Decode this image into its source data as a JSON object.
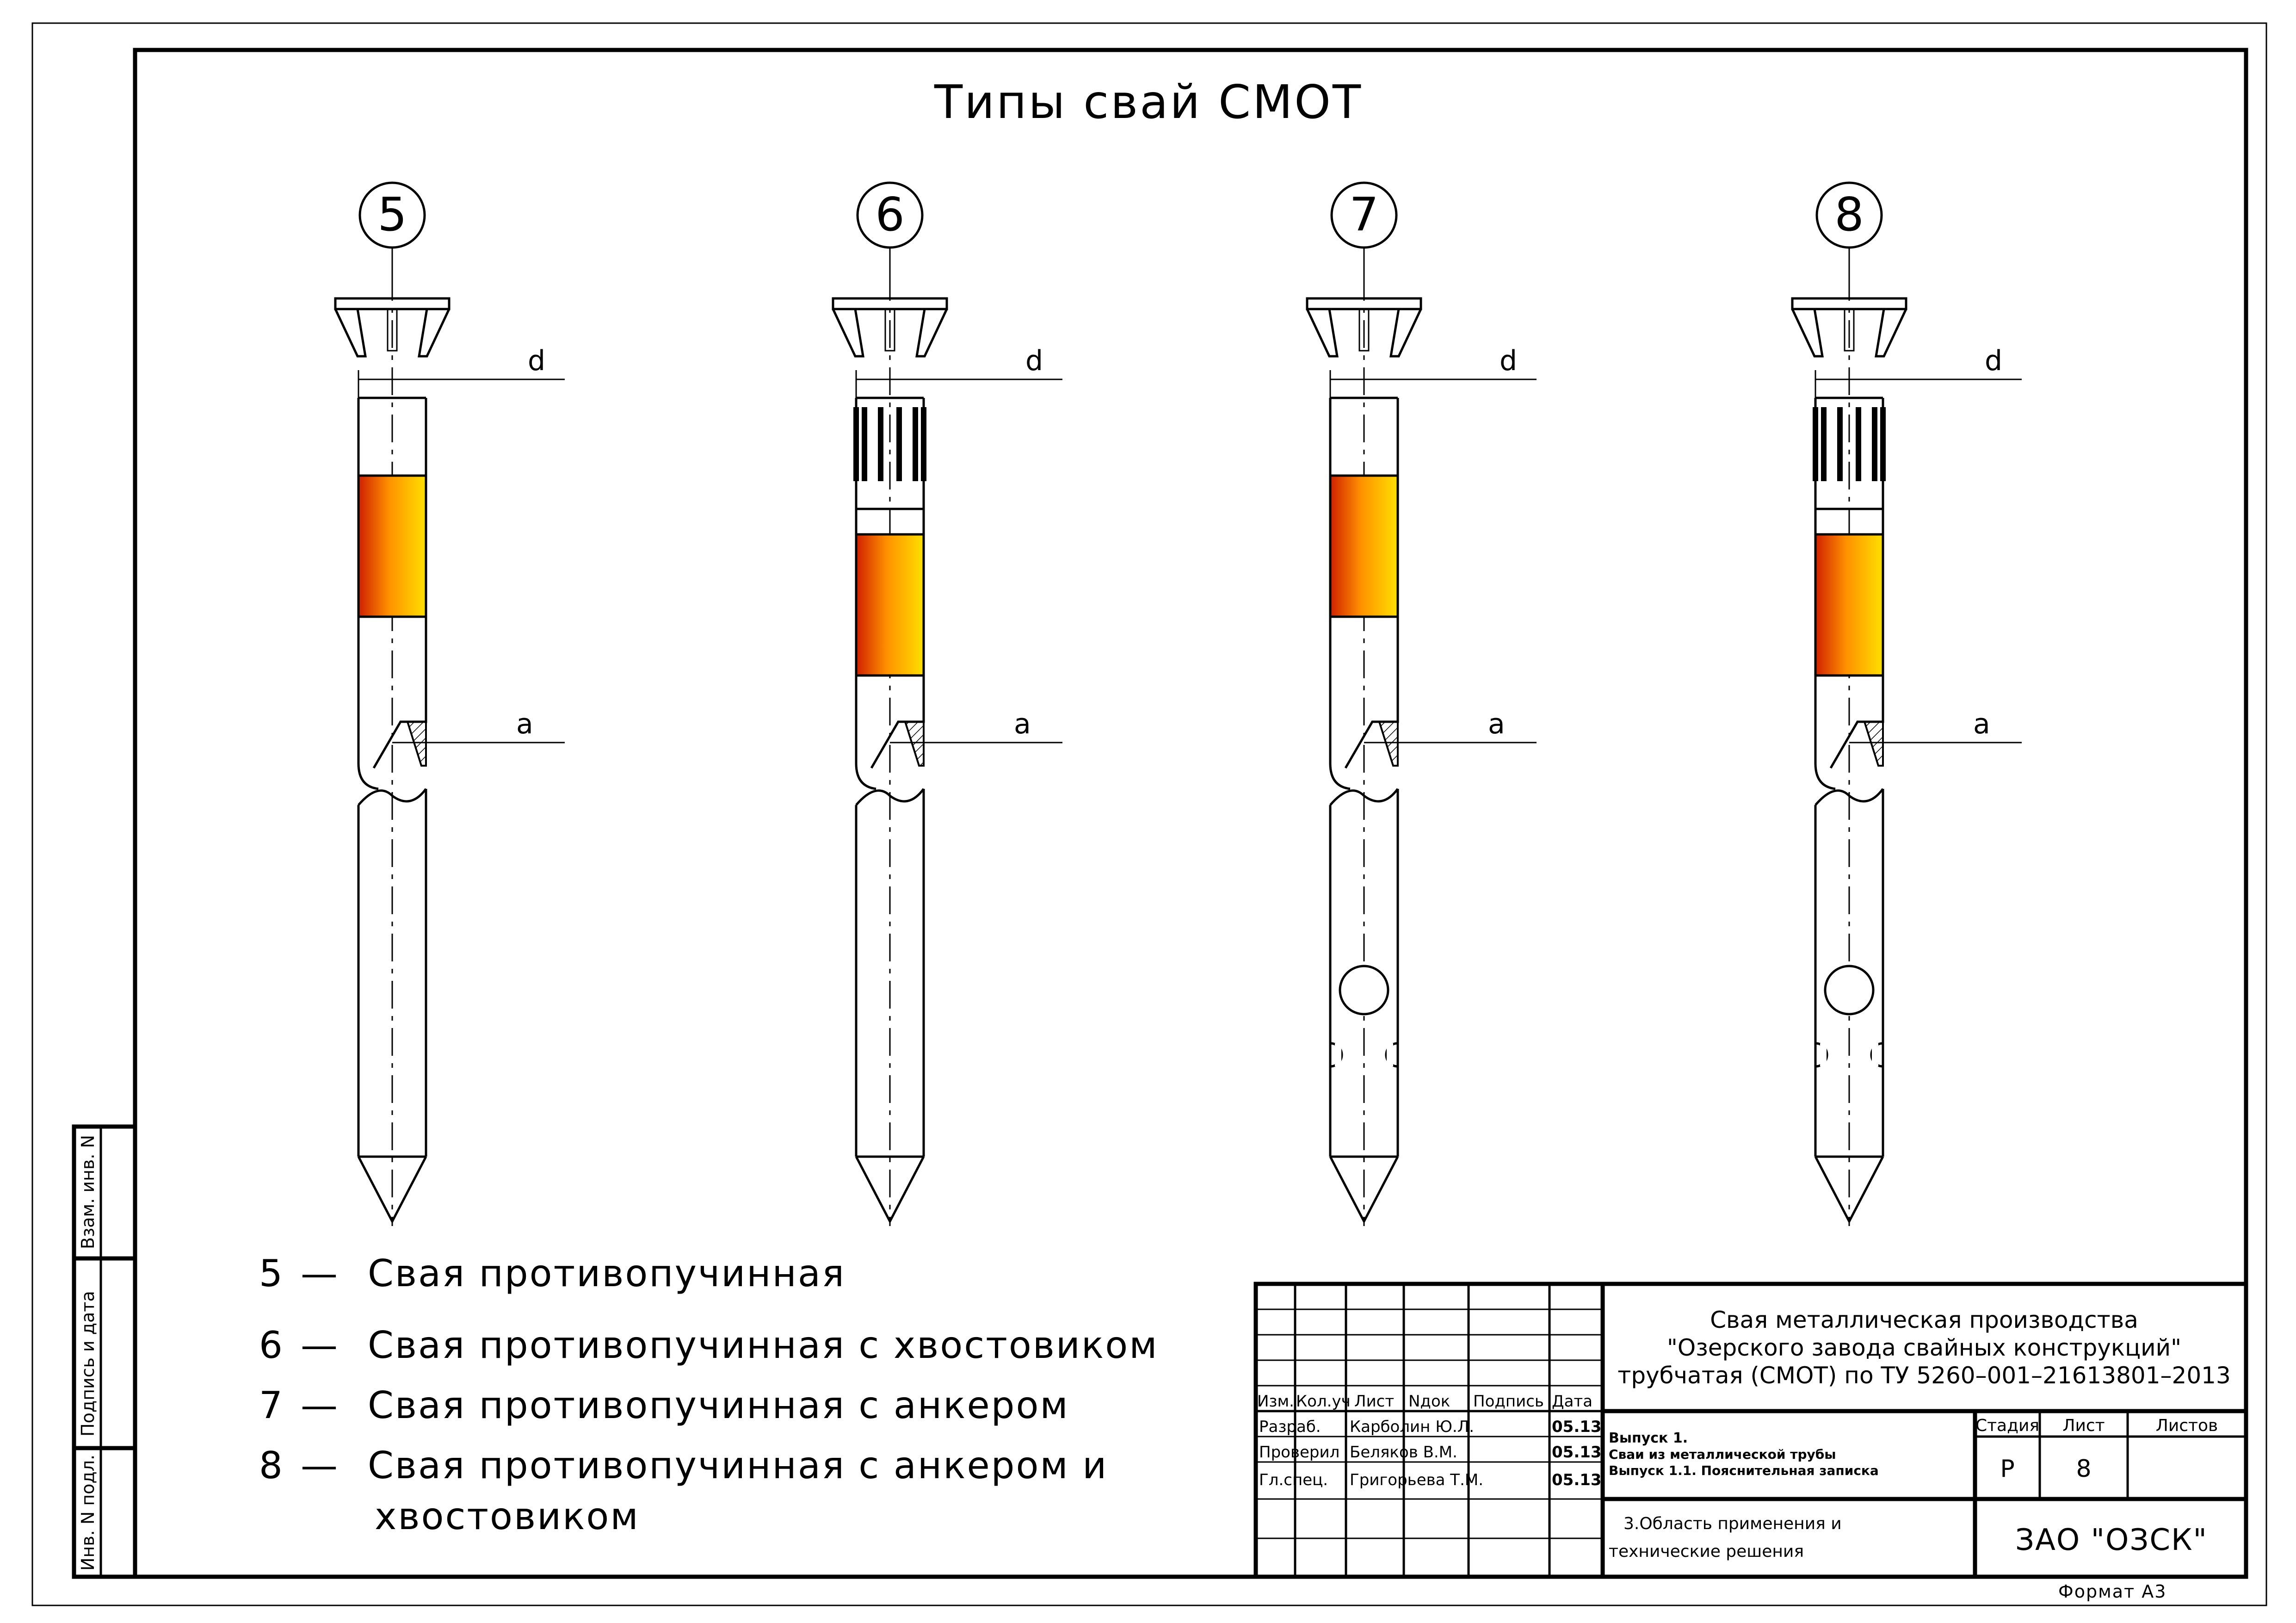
{
  "title": "Типы свай СМОТ",
  "dim_d": "d",
  "dim_a": "a",
  "piles": [
    {
      "number": "5",
      "has_tail": false,
      "has_anchor": false
    },
    {
      "number": "6",
      "has_tail": true,
      "has_anchor": false
    },
    {
      "number": "7",
      "has_tail": false,
      "has_anchor": true
    },
    {
      "number": "8",
      "has_tail": true,
      "has_anchor": true
    }
  ],
  "legend": [
    {
      "num": "5",
      "dash": "—",
      "text": "Свая противопучинная"
    },
    {
      "num": "6",
      "dash": "—",
      "text": "Свая противопучинная с хвостовиком"
    },
    {
      "num": "7",
      "dash": "—",
      "text": "Свая противопучинная с анкером"
    },
    {
      "num": "8",
      "dash": "—",
      "text": "Свая противопучинная с анкером и"
    },
    {
      "num": "",
      "dash": "",
      "text": "хвостовиком"
    }
  ],
  "side_stamp": {
    "vzam": "Взам. инв. N",
    "podpis": "Подпись и дата",
    "inv": "Инв. N подл."
  },
  "title_block": {
    "headers": {
      "izm": "Изм.",
      "kol": "Кол.уч",
      "list": "Лист",
      "ndok": "Nдок",
      "podpis": "Подпись",
      "data": "Дата"
    },
    "people": [
      {
        "role": "Разраб.",
        "name": "Карболин Ю.Л.",
        "date": "05.13"
      },
      {
        "role": "Проверил",
        "name": "Беляков В.М.",
        "date": "05.13"
      },
      {
        "role": "Гл.спец.",
        "name": "Григорьева Т.М.",
        "date": "05.13"
      }
    ],
    "doc_title_1": "Свая металлическая производства",
    "doc_title_2": "\"Озерского завода свайных  конструкций\"",
    "doc_title_3": "трубчатая (СМОТ) по ТУ 5260–001–21613801–2013",
    "issue_1": "Выпуск 1.",
    "issue_2": "Сваи из металлической трубы",
    "issue_3": "Выпуск 1.1. Пояснительная записка",
    "section_1": "3.Область применения и",
    "section_2": "технические решения",
    "stage_label": "Стадия",
    "sheet_label": "Лист",
    "sheets_label": "Листов",
    "stage": "Р",
    "sheet": "8",
    "sheets": "",
    "company": "ЗАО \"ОЗСК\"",
    "format": "Формат А3"
  },
  "colors": {
    "band_top": "#ffe000",
    "band_mid": "#ff9000",
    "band_dark": "#d02000"
  }
}
